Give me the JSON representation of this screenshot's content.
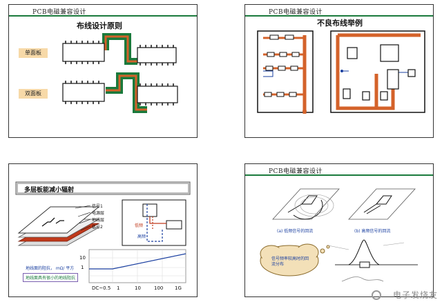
{
  "slide1": {
    "header": "PCB电磁兼容设计",
    "title": "布线设计原则",
    "label_single": "单面板",
    "label_double": "双面板"
  },
  "slide2": {
    "header": "PCB电磁兼容设计",
    "title": "不良布线举例"
  },
  "slide3": {
    "title": "多层板能减小辐射",
    "layers": [
      "信号1",
      "电源层",
      "地线层",
      "信号2"
    ],
    "inset_labels": [
      "低频",
      "高频"
    ],
    "graph_y_ticks": [
      "10",
      "1"
    ],
    "graph_x_ticks": [
      "DC~0.5",
      "1",
      "10",
      "100",
      "1G"
    ],
    "legend_1": "地线面的阻抗， mΩ/ 平方",
    "legend_2": "地线面具有很小的地线阻抗",
    "colors": {
      "legend_1": "#1a3fa0",
      "legend_2": "#1a7a3c",
      "ground_plane": "#c0391b"
    }
  },
  "slide4": {
    "header": "PCB电磁兼容设计",
    "caption_a": "(a) 低频信号的回流",
    "caption_b": "(b) 高频信号的回流",
    "cloud_text": "信号频率较高时的回流分布"
  },
  "watermark": "电子发烧友"
}
